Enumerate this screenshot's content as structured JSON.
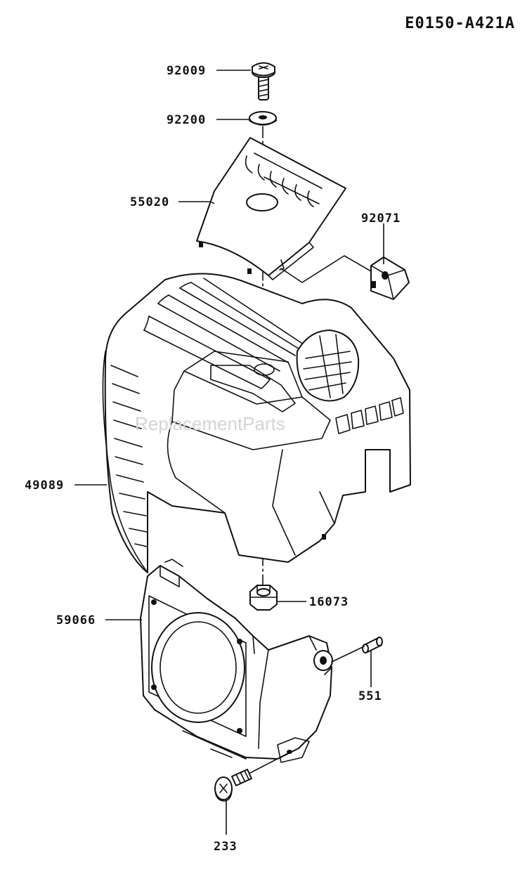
{
  "diagram_code": "E0150-A421A",
  "watermark": "ReplacementParts",
  "parts": [
    {
      "id": "bolt-top",
      "number": "92009"
    },
    {
      "id": "washer",
      "number": "92200"
    },
    {
      "id": "top-cover",
      "number": "55020"
    },
    {
      "id": "clip",
      "number": "92071"
    },
    {
      "id": "main-cover",
      "number": "49089"
    },
    {
      "id": "nut",
      "number": "16073"
    },
    {
      "id": "fan-housing",
      "number": "59066"
    },
    {
      "id": "pin",
      "number": "551"
    },
    {
      "id": "bolt-bottom",
      "number": "233"
    }
  ]
}
